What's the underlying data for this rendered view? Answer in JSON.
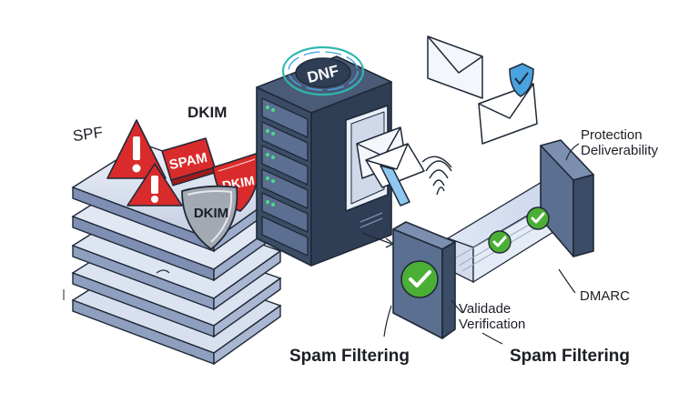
{
  "labels": {
    "spf": "SPF",
    "dkim_top": "DKIM",
    "spam_sign": "SPAM",
    "dkim_red_shield": "DKIM",
    "dkim_gray_shield": "DKIM",
    "server_badge": "DNF",
    "protection": "Protection",
    "deliverability": "Deliverability",
    "dmarc": "DMARC",
    "validade": "Validade",
    "verification": "Verification",
    "spam_filtering_left": "Spam Filtering",
    "spam_filtering_right": "Spam Filtering"
  },
  "colors": {
    "outline": "#1f2937",
    "server_dark": "#2f3e55",
    "server_face": "#3b4c66",
    "panel_blue": "#5b6f91",
    "layer_light": "#dfe5f2",
    "layer_mid": "#b9c5de",
    "warning_red": "#d92b2b",
    "shield_gray": "#9aa1ad",
    "check_green": "#4caf35",
    "teal_glow": "#2fb8b0",
    "accent_blue": "#4aa3df"
  },
  "icons": [
    "warning-triangle-icon",
    "spam-sign-icon",
    "shield-icon",
    "server-icon",
    "envelope-icon",
    "shield-check-icon",
    "fingerprint-icon",
    "check-circle-icon"
  ]
}
